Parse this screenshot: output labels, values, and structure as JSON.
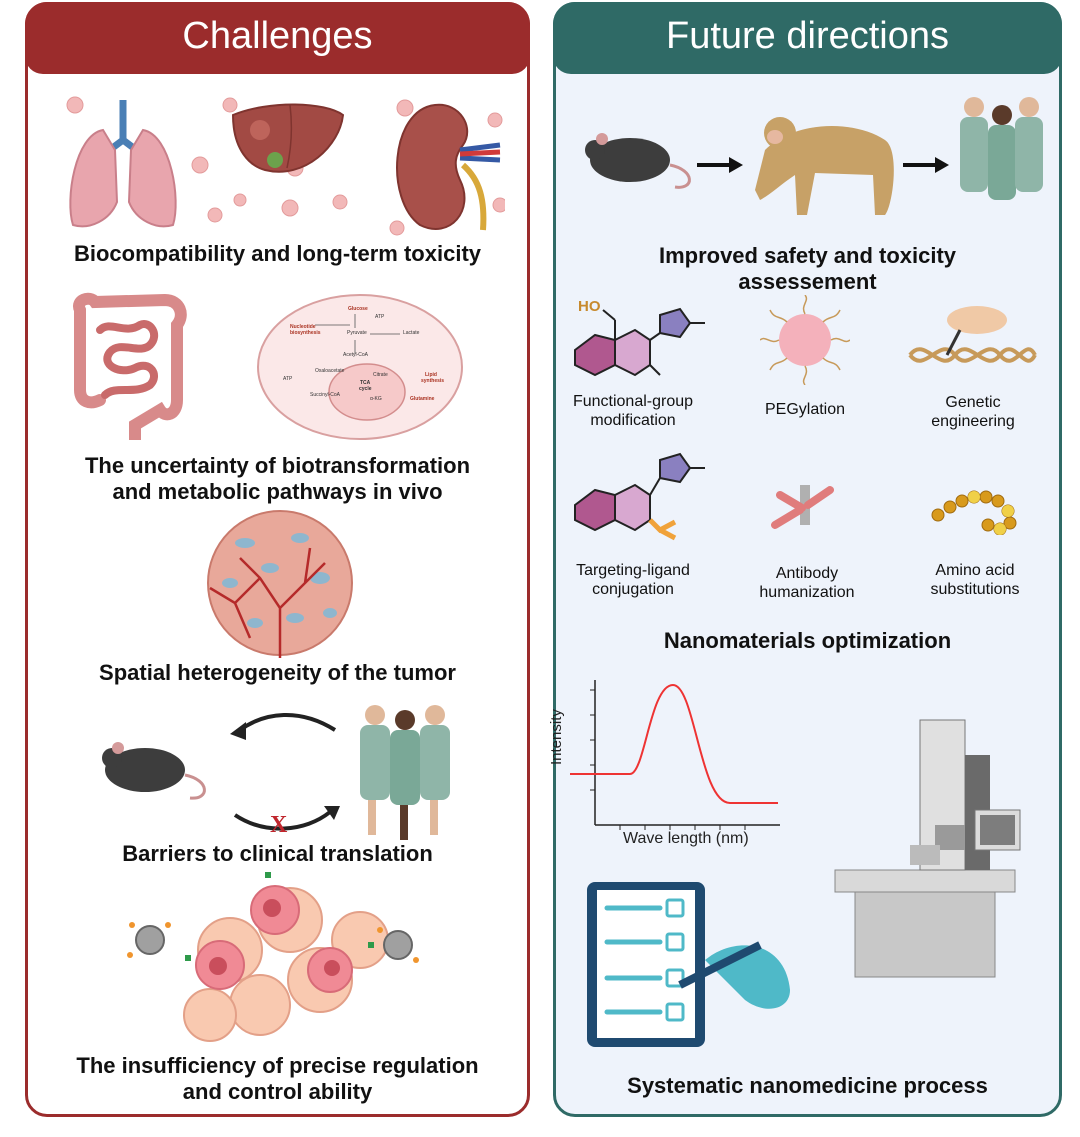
{
  "challenges": {
    "header": "Challenges",
    "items": [
      {
        "caption": "Biocompatibility and long-term toxicity"
      },
      {
        "caption_line1": "The uncertainty of  biotransformation",
        "caption_line2": "and metabolic pathways in vivo"
      },
      {
        "caption": "Spatial heterogeneity of the tumor"
      },
      {
        "caption": "Barriers to clinical translation"
      },
      {
        "caption_line1": "The insufficiency of precise regulation",
        "caption_line2": "and control ability"
      }
    ],
    "metabolism": {
      "glucose": "Glucose",
      "atp1": "ATP",
      "pyruvate": "Pyruvate",
      "lactate": "Lactate",
      "nucleotide1": "Nucleotide",
      "nucleotide2": "biosynthesis",
      "acetyl": "Acetyl-CoA",
      "oxaloacetate": "Oxaloacetate",
      "citrate": "Citrate",
      "tca1": "TCA",
      "tca2": "cycle",
      "lipid1": "Lipid",
      "lipid2": "synthesis",
      "atp2": "ATP",
      "succinyl": "Succinyl-CoA",
      "akg": "α-KG",
      "glutamine": "Glutamine"
    },
    "translation_mark": "X"
  },
  "future": {
    "header": "Future directions",
    "safety_line1": "Improved safety and toxicity",
    "safety_line2": "assessement",
    "chem_label": "HO",
    "methods": [
      {
        "line1": "Functional-group",
        "line2": "modification"
      },
      {
        "line1": "PEGylation",
        "line2": ""
      },
      {
        "line1": "Genetic",
        "line2": "engineering"
      },
      {
        "line1": "Targeting-ligand",
        "line2": "conjugation"
      },
      {
        "line1": "Antibody",
        "line2": "humanization"
      },
      {
        "line1": "Amino acid",
        "line2": "substitutions"
      }
    ],
    "optimization_caption": "Nanomaterials optimization",
    "spectrum": {
      "ylabel": "Intensity",
      "xlabel": "Wave length (nm)"
    },
    "process_caption": "Systematic nanomedicine process"
  },
  "colors": {
    "challenge_red": "#9b2c2c",
    "future_teal": "#2f6a66",
    "panel_bg": "#eef3fb"
  }
}
